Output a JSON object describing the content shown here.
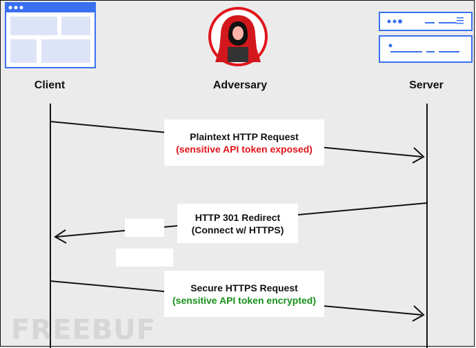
{
  "actors": {
    "client": "Client",
    "adversary": "Adversary",
    "server": "Server"
  },
  "messages": [
    {
      "line1": "Plaintext HTTP Request",
      "line2": "(sensitive API token exposed)",
      "line2_color": "#e0141b",
      "direction": "client-to-server"
    },
    {
      "line1": "HTTP 301 Redirect",
      "line2": "(Connect w/ HTTPS)",
      "line2_color": "#111111",
      "direction": "server-to-client"
    },
    {
      "line1": "Secure HTTPS Request",
      "line2": "(sensitive API token encrypted)",
      "line2_color": "#17901a",
      "direction": "client-to-server"
    }
  ],
  "watermark": "FREEBUF",
  "colors": {
    "browser_blue": "#3a6ff0",
    "adversary_red": "#e0141b",
    "line": "#111111"
  },
  "icons": [
    "browser-window-icon",
    "hooded-hacker-icon",
    "server-rack-icon"
  ]
}
